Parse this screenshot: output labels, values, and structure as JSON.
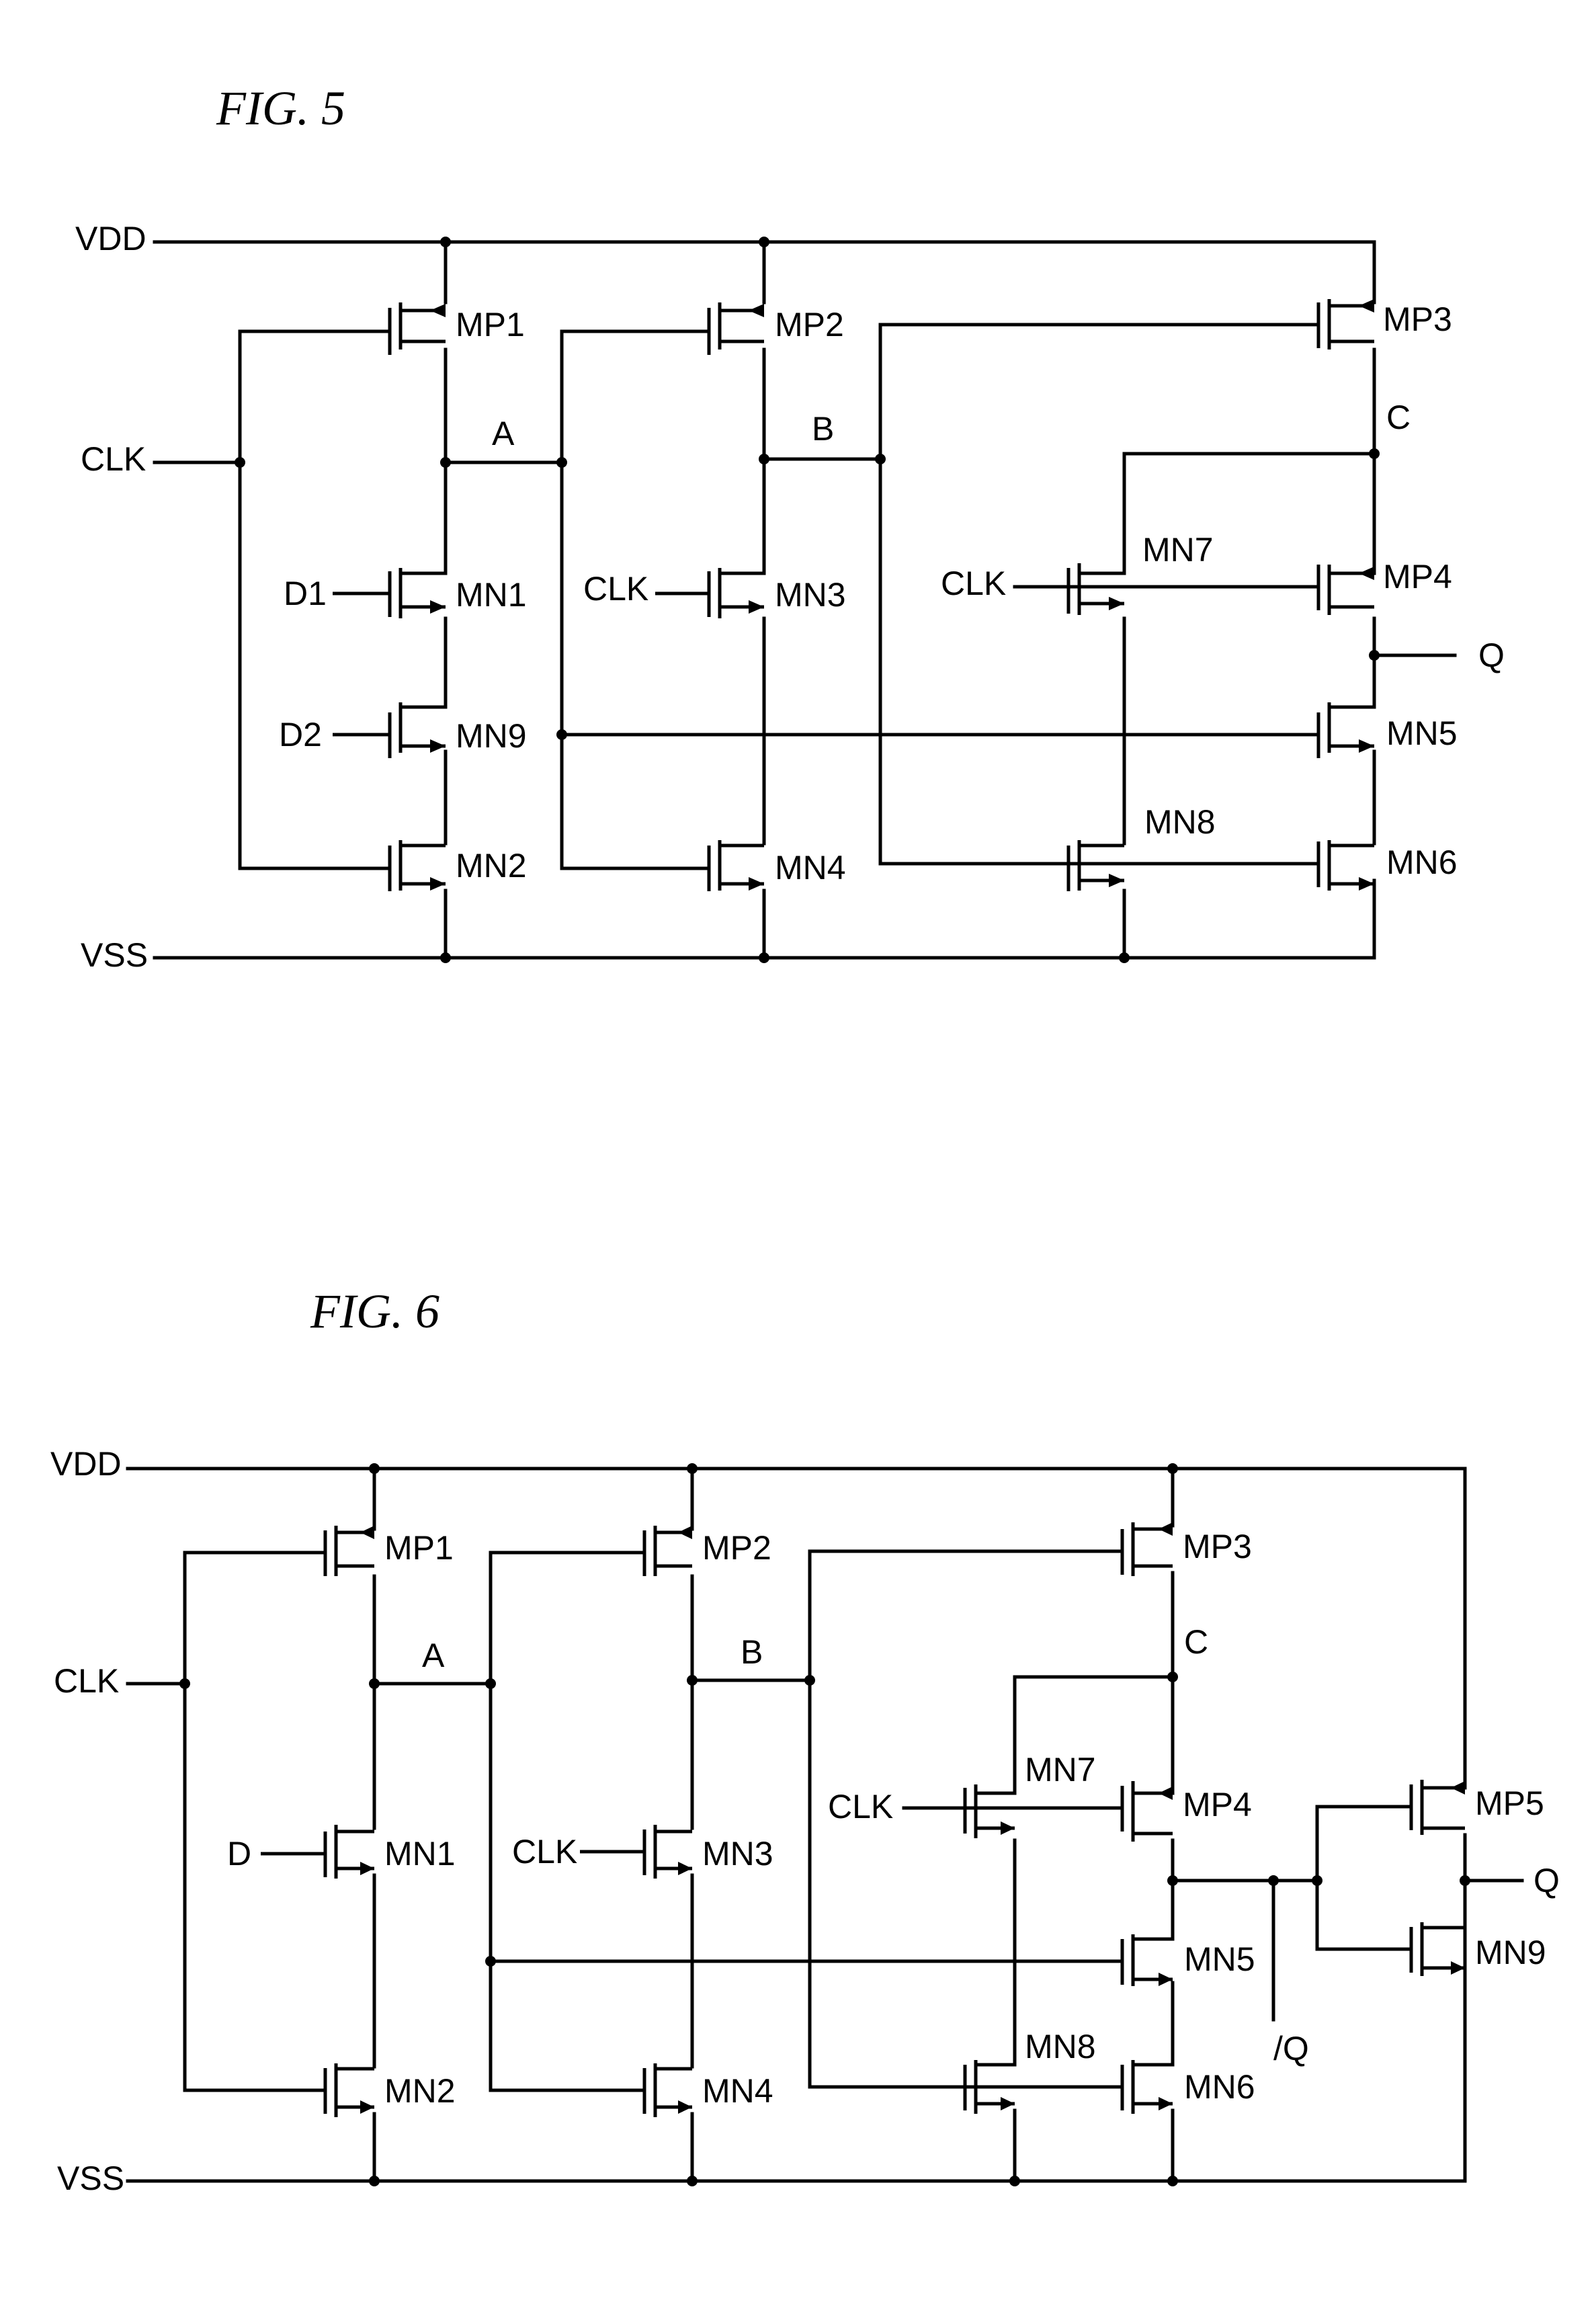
{
  "fig5": {
    "title": "FIG.   5",
    "rails": {
      "vdd": "VDD",
      "vss": "VSS"
    },
    "inputs": {
      "clk": "CLK",
      "d1": "D1",
      "d2": "D2",
      "clk_mn3": "CLK",
      "clk_mn7": "CLK"
    },
    "nodes": {
      "a": "A",
      "b": "B",
      "c": "C",
      "q": "Q"
    },
    "devices": {
      "mp1": "MP1",
      "mp2": "MP2",
      "mp3": "MP3",
      "mp4": "MP4",
      "mn1": "MN1",
      "mn2": "MN2",
      "mn3": "MN3",
      "mn4": "MN4",
      "mn5": "MN5",
      "mn6": "MN6",
      "mn7": "MN7",
      "mn8": "MN8",
      "mn9": "MN9"
    }
  },
  "fig6": {
    "title": "FIG.   6",
    "rails": {
      "vdd": "VDD",
      "vss": "VSS"
    },
    "inputs": {
      "clk": "CLK",
      "d": "D",
      "clk_mn3": "CLK",
      "clk_mn7": "CLK"
    },
    "nodes": {
      "a": "A",
      "b": "B",
      "c": "C",
      "q": "Q",
      "qbar": "/Q"
    },
    "devices": {
      "mp1": "MP1",
      "mp2": "MP2",
      "mp3": "MP3",
      "mp4": "MP4",
      "mp5": "MP5",
      "mn1": "MN1",
      "mn2": "MN2",
      "mn3": "MN3",
      "mn4": "MN4",
      "mn5": "MN5",
      "mn6": "MN6",
      "mn7": "MN7",
      "mn8": "MN8",
      "mn9": "MN9"
    }
  }
}
